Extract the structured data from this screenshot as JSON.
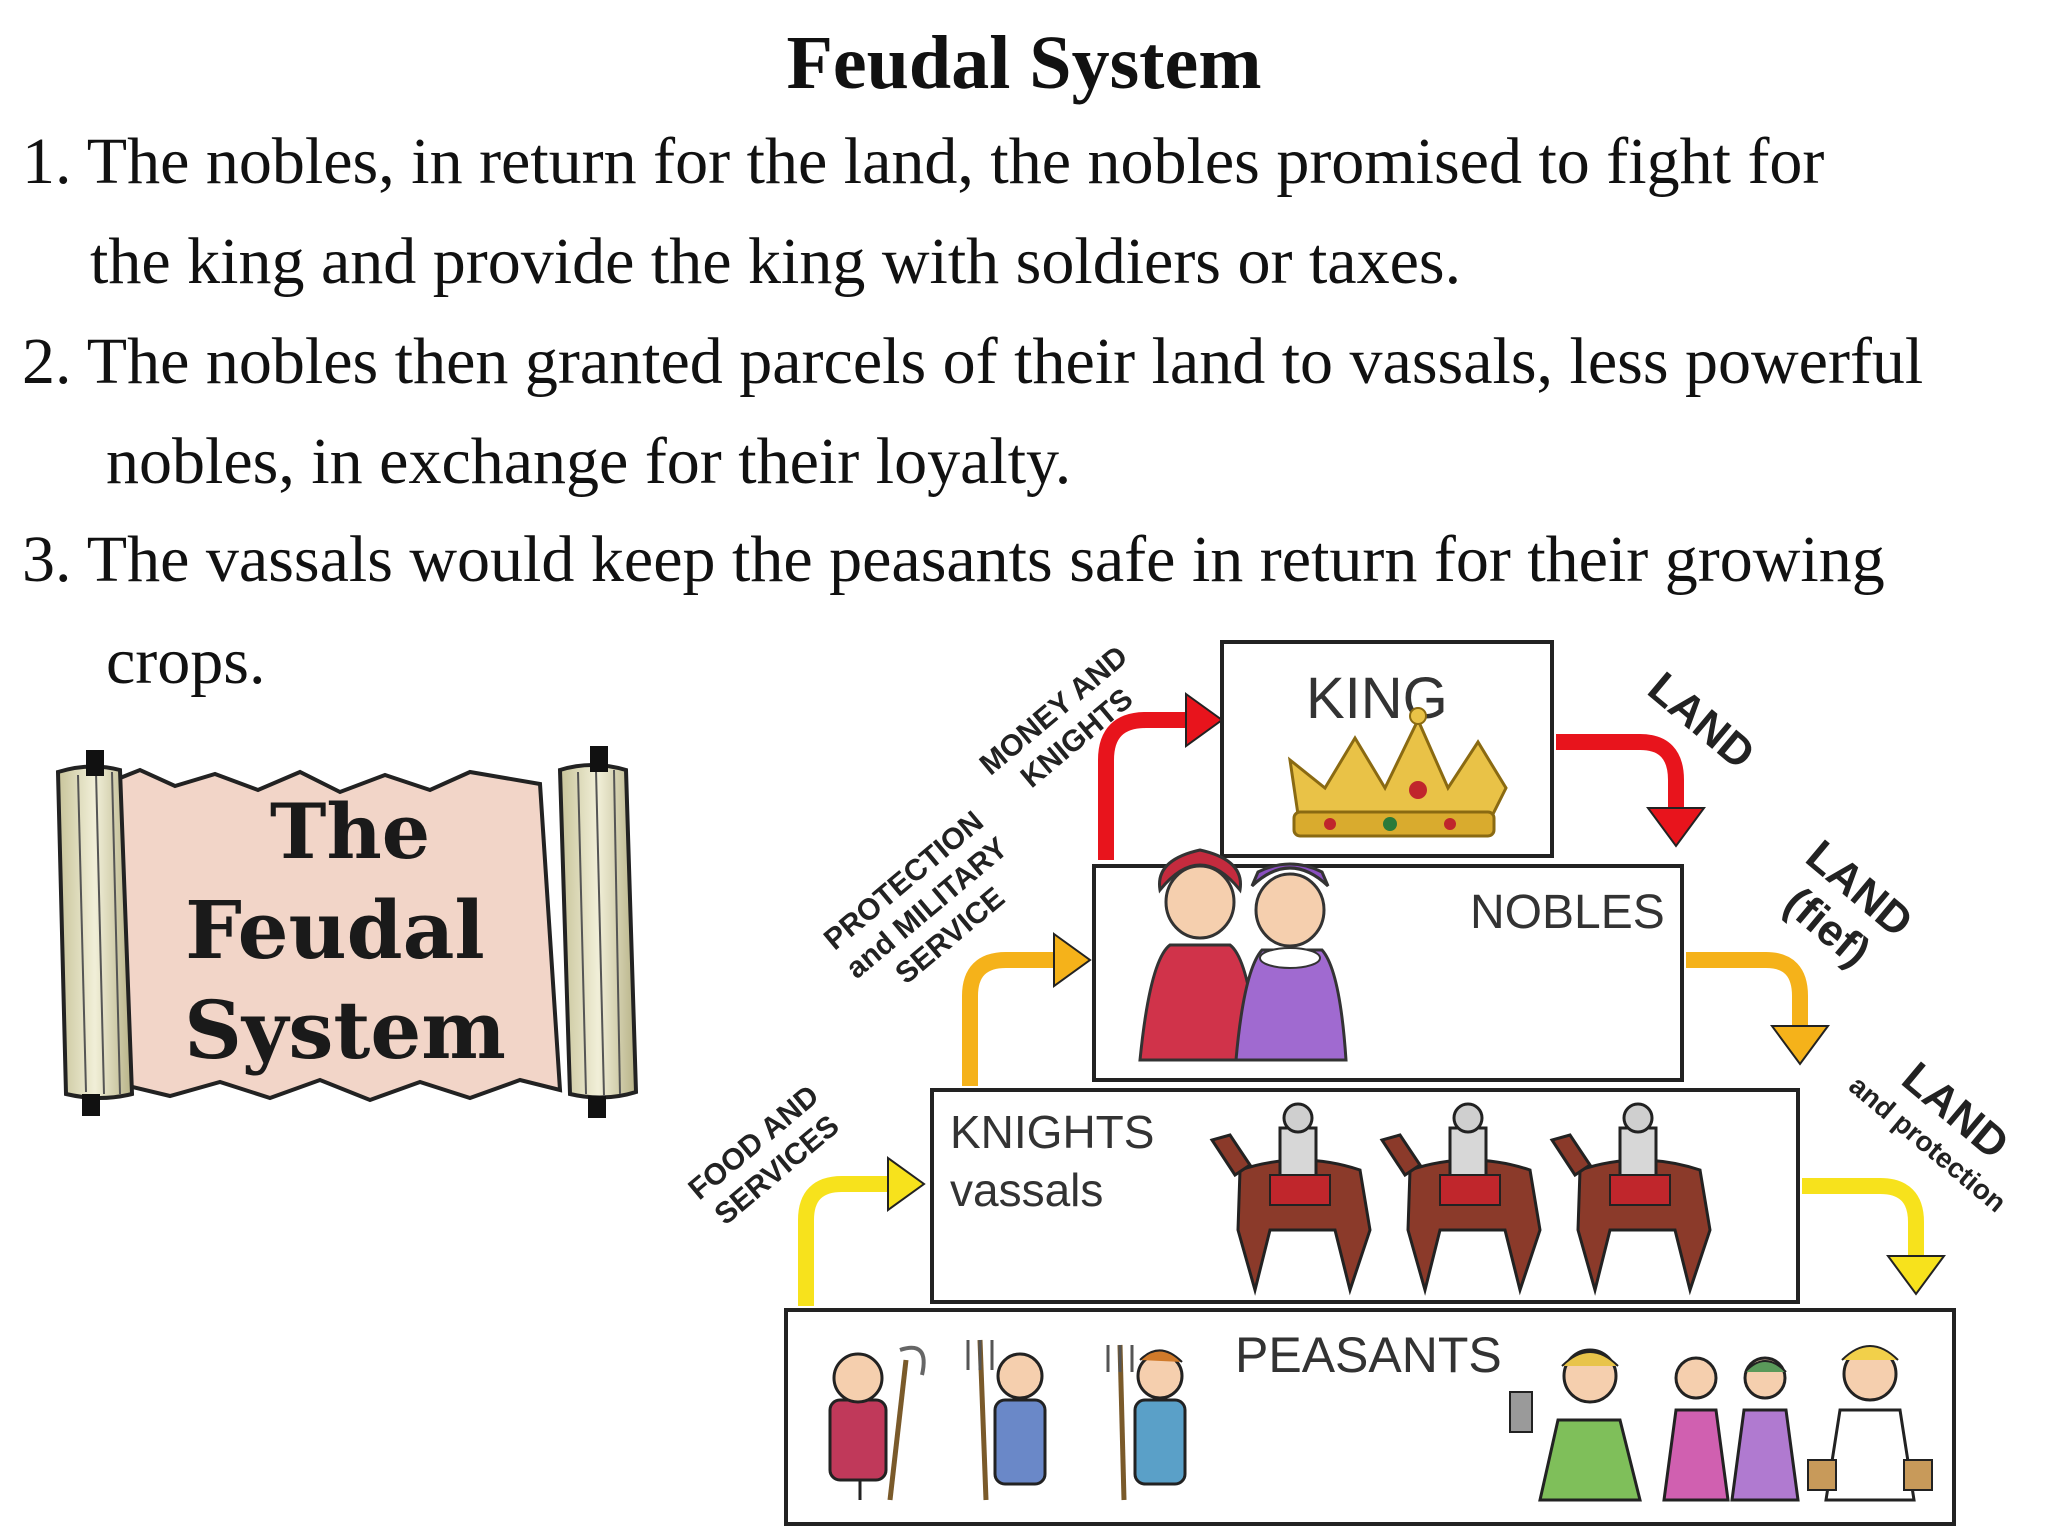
{
  "title": "Feudal System",
  "points": [
    {
      "line1": "1. The nobles, in return for the land, the nobles promised to fight for",
      "line2": "the king and provide the king with soldiers or taxes."
    },
    {
      "line1": "2. The nobles then granted parcels of their land to vassals, less powerful",
      "line2": "nobles, in exchange for their loyalty."
    },
    {
      "line1": "3. The vassals would keep the peasants safe in return for their growing",
      "line2": "crops."
    }
  ],
  "scroll": {
    "line1": "The",
    "line2": "Feudal",
    "line3": "System"
  },
  "tiers": {
    "king": "KING",
    "nobles": "NOBLES",
    "knights_line1": "KNIGHTS",
    "knights_line2": "vassals",
    "peasants": "PEASANTS"
  },
  "arrows": {
    "money_line1": "MONEY AND",
    "money_line2": "KNIGHTS",
    "protection_line1": "PROTECTION",
    "protection_line2": "and MILITARY",
    "protection_line3": "SERVICE",
    "food_line1": "FOOD AND",
    "food_line2": "SERVICES",
    "land1": "LAND",
    "land2_line1": "LAND",
    "land2_line2": "(fief)",
    "land3_line1": "LAND",
    "land3_line2": "and protection"
  },
  "colors": {
    "red_arrow": "#e8141c",
    "orange_arrow": "#f5b21a",
    "yellow_arrow": "#f7e21c",
    "scroll_paper": "#f2d5c8"
  }
}
